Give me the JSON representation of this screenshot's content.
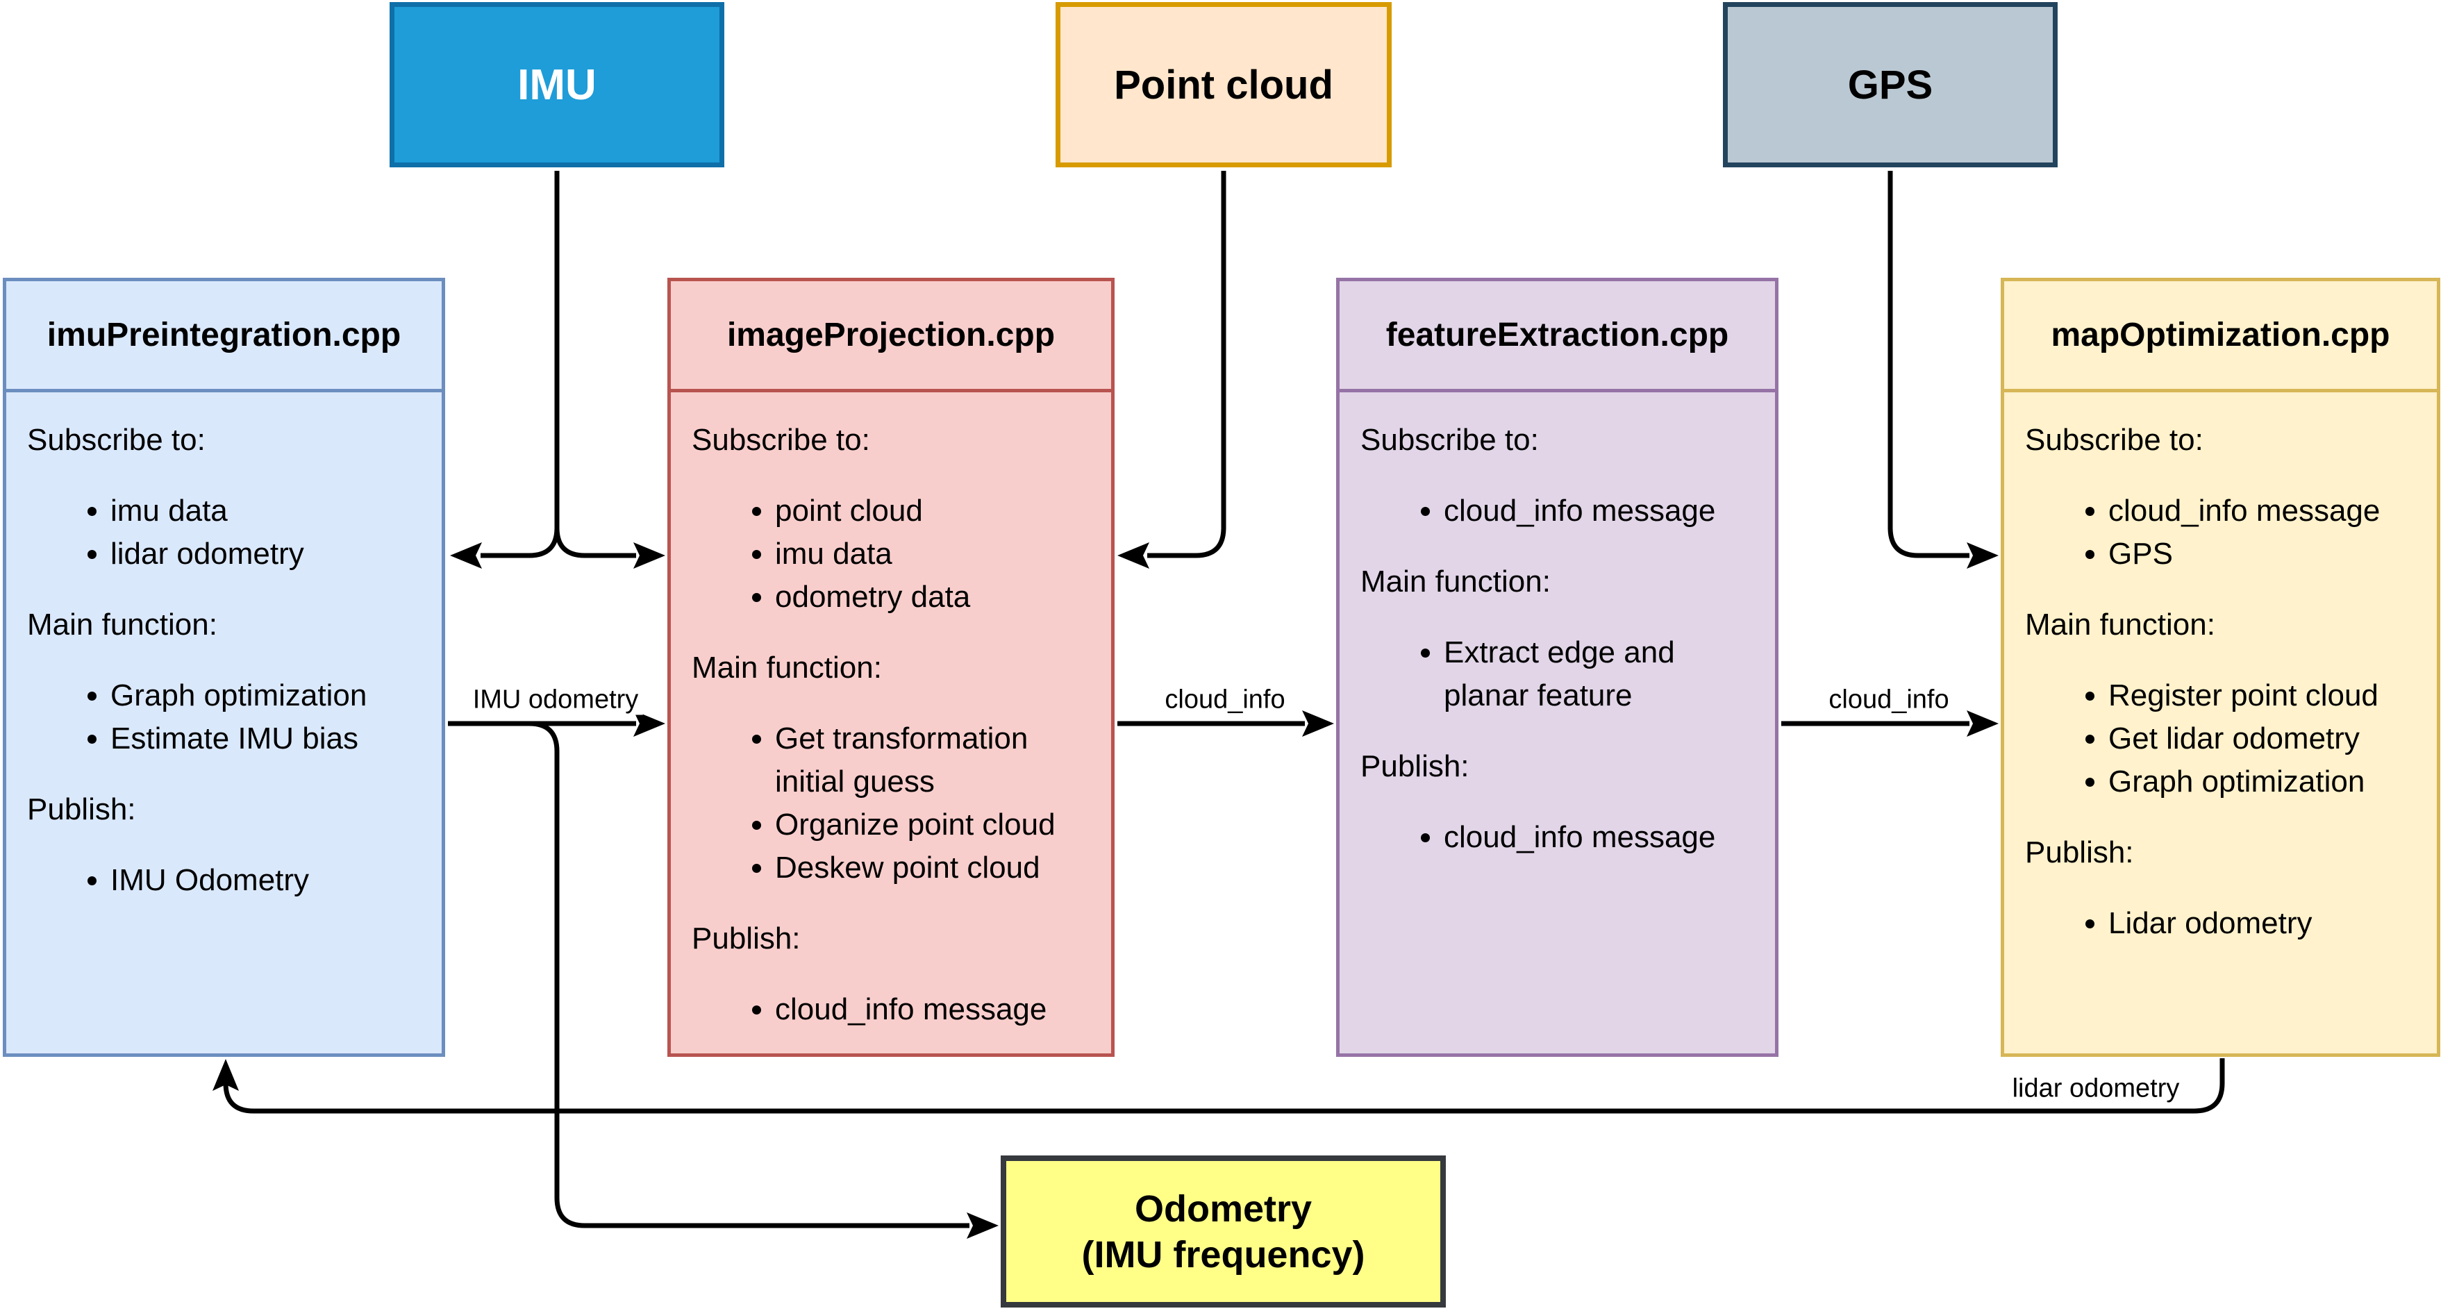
{
  "sources": {
    "imu": {
      "label": "IMU",
      "fill": "#1E9DD8",
      "stroke": "#0F6FA8",
      "text_color": "#FFFFFF"
    },
    "pointcloud": {
      "label": "Point cloud",
      "fill": "#FFE6CC",
      "stroke": "#D79B00",
      "text_color": "#000000"
    },
    "gps": {
      "label": "GPS",
      "fill": "#BAC8D3",
      "stroke": "#23445D",
      "text_color": "#000000"
    }
  },
  "modules": {
    "imuPreintegration": {
      "title": "imuPreintegration.cpp",
      "fill": "#DAE8FC",
      "stroke": "#6C8EBF",
      "sections": [
        {
          "label": "Subscribe to:",
          "items": [
            "imu data",
            "lidar odometry"
          ]
        },
        {
          "label": "Main function:",
          "items": [
            "Graph optimization",
            "Estimate IMU bias"
          ]
        },
        {
          "label": "Publish:",
          "items": [
            "IMU Odometry"
          ]
        }
      ]
    },
    "imageProjection": {
      "title": "imageProjection.cpp",
      "fill": "#F8CECC",
      "stroke": "#B85450",
      "sections": [
        {
          "label": "Subscribe to:",
          "items": [
            "point cloud",
            "imu data",
            "odometry data"
          ]
        },
        {
          "label": "Main function:",
          "items": [
            "Get transformation initial guess",
            "Organize point cloud",
            "Deskew point cloud"
          ]
        },
        {
          "label": "Publish:",
          "items": [
            "cloud_info message"
          ]
        }
      ]
    },
    "featureExtraction": {
      "title": "featureExtraction.cpp",
      "fill": "#E1D5E7",
      "stroke": "#9673A6",
      "sections": [
        {
          "label": "Subscribe to:",
          "items": [
            "cloud_info message"
          ]
        },
        {
          "label": "Main function:",
          "items": [
            "Extract edge and planar feature"
          ]
        },
        {
          "label": "Publish:",
          "items": [
            "cloud_info message"
          ]
        }
      ]
    },
    "mapOptimization": {
      "title": "mapOptimization.cpp",
      "fill": "#FFF2CC",
      "stroke": "#D6B656",
      "sections": [
        {
          "label": "Subscribe to:",
          "items": [
            "cloud_info message",
            "GPS"
          ]
        },
        {
          "label": "Main function:",
          "items": [
            "Register point cloud",
            "Get lidar odometry",
            "Graph optimization"
          ]
        },
        {
          "label": "Publish:",
          "items": [
            "Lidar odometry"
          ]
        }
      ]
    }
  },
  "output": {
    "line1": "Odometry",
    "line2": "(IMU frequency)",
    "fill": "#FFFF88",
    "stroke": "#36393D"
  },
  "edges": {
    "imu_odometry": "IMU odometry",
    "cloud_info_a": "cloud_info",
    "cloud_info_b": "cloud_info",
    "lidar_odometry": "lidar odometry"
  },
  "arrow_color": "#000000"
}
